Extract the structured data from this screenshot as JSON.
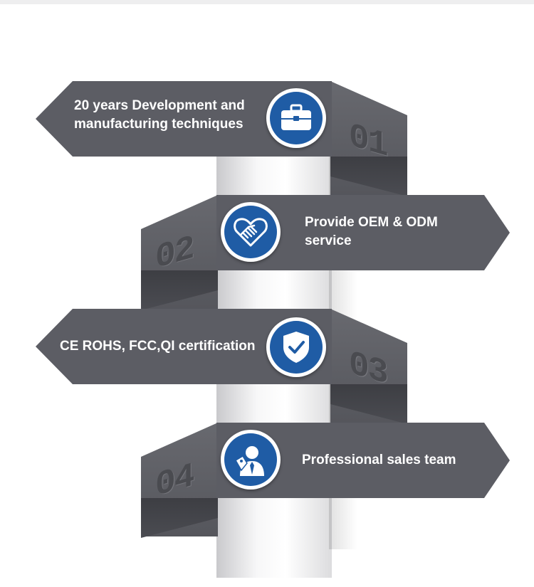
{
  "steps": [
    {
      "number": "01",
      "label_line1": "20 years Development and",
      "label_line2": "manufacturing techniques",
      "icon": "briefcase-icon"
    },
    {
      "number": "02",
      "label_line1": "Provide OEM & ODM",
      "label_line2": "service",
      "icon": "handshake-heart-icon"
    },
    {
      "number": "03",
      "label_line1": "CE ROHS, FCC,QI certification",
      "label_line2": "",
      "icon": "shield-check-icon"
    },
    {
      "number": "04",
      "label_line1": "Professional sales team",
      "label_line2": "",
      "icon": "salesperson-icon"
    }
  ],
  "colors": {
    "banner": "#5c5d64",
    "icon_blue": "#1f5ca5",
    "number": "#4a4b50"
  }
}
